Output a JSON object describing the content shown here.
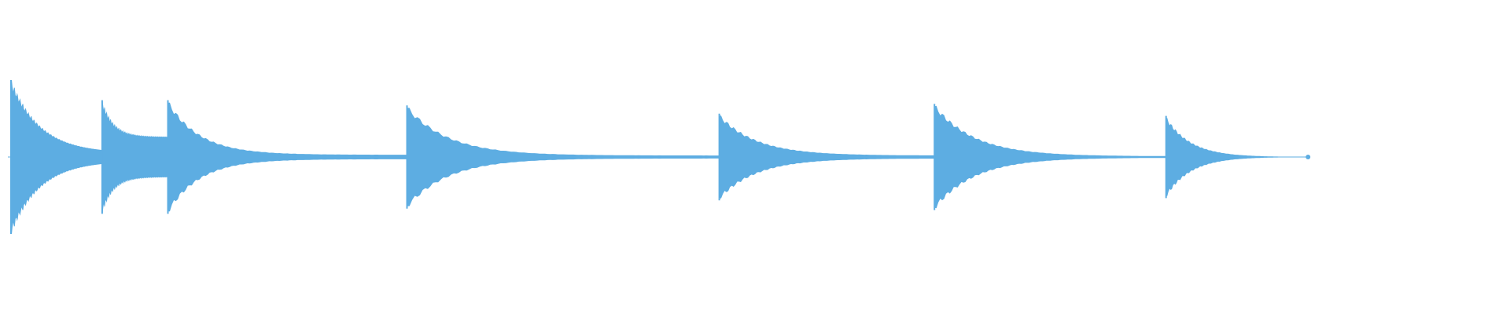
{
  "waveform": {
    "color": "#5DADE2",
    "background": "#ffffff",
    "segments": [
      {
        "start": 0.0,
        "peak": 1.0,
        "decay": "slow",
        "end_level": 0.05
      },
      {
        "start": 0.061,
        "peak": 0.73,
        "decay": "medium",
        "end_level": 0.27
      },
      {
        "start": 0.105,
        "peak": 0.73,
        "decay": "long",
        "end_level": 0.03
      },
      {
        "start": 0.265,
        "peak": 0.66,
        "decay": "long",
        "end_level": 0.02
      },
      {
        "start": 0.474,
        "peak": 0.55,
        "decay": "medium",
        "end_level": 0.02
      },
      {
        "start": 0.618,
        "peak": 0.68,
        "decay": "medium",
        "end_level": 0.01
      },
      {
        "start": 0.773,
        "peak": 0.52,
        "decay": "medium",
        "end_level": 0.0
      }
    ],
    "end": 0.868
  }
}
